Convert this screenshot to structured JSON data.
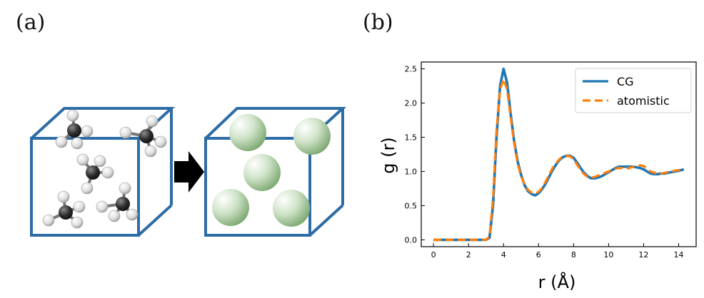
{
  "panels": {
    "a_label": "(a)",
    "b_label": "(b)"
  },
  "schematic": {
    "box_color": "#2e6ca6",
    "atomistic_box": {
      "molecules": 5
    },
    "arrow_color": "#000000",
    "cg_box": {
      "beads": 5,
      "bead_color": "#8fbc84"
    }
  },
  "chart_data": {
    "type": "line",
    "xlabel": "r (Å)",
    "ylabel": "g (r)",
    "xlim": [
      -0.7,
      15.0
    ],
    "ylim": [
      -0.1,
      2.6
    ],
    "xticks": [
      0,
      2,
      4,
      6,
      8,
      10,
      12,
      14
    ],
    "yticks": [
      0.0,
      0.5,
      1.0,
      1.5,
      2.0,
      2.5
    ],
    "ytick_labels": [
      "0.0",
      "0.5",
      "1.0",
      "1.5",
      "2.0",
      "2.5"
    ],
    "grid": false,
    "legend_position": "top-right",
    "series": [
      {
        "name": "CG",
        "color": "#1f77b4",
        "style": "solid",
        "x": [
          0,
          1,
          2,
          3,
          3.2,
          3.4,
          3.6,
          3.8,
          4.0,
          4.2,
          4.4,
          4.6,
          4.8,
          5.0,
          5.2,
          5.4,
          5.6,
          5.8,
          6.0,
          6.2,
          6.4,
          6.6,
          6.8,
          7.0,
          7.2,
          7.4,
          7.6,
          7.8,
          8.0,
          8.2,
          8.4,
          8.6,
          8.8,
          9.0,
          9.2,
          9.4,
          9.6,
          9.8,
          10.0,
          10.2,
          10.4,
          10.6,
          10.8,
          11.0,
          11.2,
          11.4,
          11.6,
          11.8,
          12.0,
          12.2,
          12.4,
          12.6,
          12.8,
          13.0,
          13.2,
          13.4,
          13.6,
          13.8,
          14.0,
          14.3
        ],
        "y": [
          0.0,
          0.0,
          0.0,
          0.0,
          0.03,
          0.5,
          1.5,
          2.25,
          2.5,
          2.3,
          1.85,
          1.45,
          1.15,
          0.95,
          0.8,
          0.71,
          0.67,
          0.65,
          0.68,
          0.74,
          0.82,
          0.92,
          1.02,
          1.1,
          1.17,
          1.21,
          1.23,
          1.23,
          1.2,
          1.13,
          1.05,
          0.98,
          0.93,
          0.9,
          0.9,
          0.91,
          0.93,
          0.96,
          0.99,
          1.02,
          1.05,
          1.07,
          1.07,
          1.07,
          1.07,
          1.07,
          1.06,
          1.05,
          1.03,
          1.0,
          0.97,
          0.96,
          0.96,
          0.97,
          0.97,
          0.98,
          0.99,
          1.0,
          1.01,
          1.03
        ]
      },
      {
        "name": "atomistic",
        "color": "#ff7f0e",
        "style": "dashed",
        "x": [
          0,
          1,
          2,
          3,
          3.2,
          3.4,
          3.6,
          3.8,
          4.0,
          4.2,
          4.4,
          4.6,
          4.8,
          5.0,
          5.2,
          5.4,
          5.6,
          5.8,
          6.0,
          6.2,
          6.4,
          6.6,
          6.8,
          7.0,
          7.2,
          7.4,
          7.6,
          7.8,
          8.0,
          8.2,
          8.4,
          8.6,
          8.8,
          9.0,
          9.2,
          9.4,
          9.6,
          9.8,
          10.0,
          10.2,
          10.4,
          10.6,
          10.8,
          11.0,
          11.2,
          11.4,
          11.6,
          11.8,
          12.0,
          12.2,
          12.4,
          12.6,
          12.8,
          13.0,
          13.2,
          13.4,
          13.6,
          13.8,
          14.0,
          14.3
        ],
        "y": [
          0.0,
          0.0,
          0.0,
          0.0,
          0.05,
          0.6,
          1.6,
          2.2,
          2.35,
          2.2,
          1.8,
          1.42,
          1.12,
          0.93,
          0.81,
          0.73,
          0.69,
          0.68,
          0.7,
          0.76,
          0.85,
          0.95,
          1.05,
          1.12,
          1.18,
          1.22,
          1.23,
          1.22,
          1.18,
          1.1,
          1.02,
          0.96,
          0.92,
          0.91,
          0.92,
          0.94,
          0.96,
          0.98,
          1.0,
          1.02,
          1.04,
          1.05,
          1.05,
          1.04,
          1.05,
          1.07,
          1.08,
          1.09,
          1.08,
          1.04,
          1.0,
          0.98,
          0.97,
          0.97,
          0.98,
          0.99,
          1.0,
          1.01,
          1.02,
          1.03
        ]
      }
    ]
  }
}
